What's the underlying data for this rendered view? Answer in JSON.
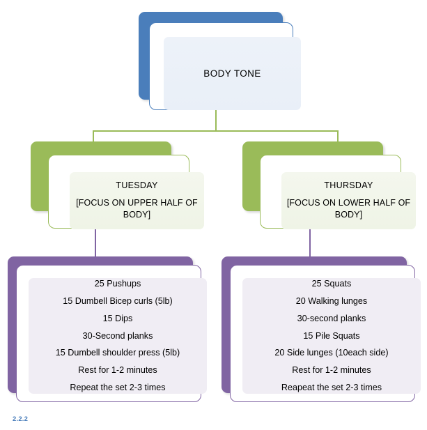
{
  "diagram": {
    "root": {
      "title": "BODY TONE",
      "color": "#4A7EBB"
    },
    "days": [
      {
        "name": "TUESDAY",
        "focus": "[FOCUS ON UPPER HALF OF BODY]",
        "color": "#9ABB59"
      },
      {
        "name": "THURSDAY",
        "focus": "[FOCUS ON LOWER HALF OF BODY]",
        "color": "#9ABB59"
      }
    ],
    "workouts": [
      {
        "color": "#8064A2",
        "items": [
          "25 Pushups",
          "15 Dumbell Bicep curls (5lb)",
          "15 Dips",
          "30-Second planks",
          "15 Dumbell shoulder press (5lb)",
          "Rest for 1-2 minutes",
          "Repeat the set 2-3 times"
        ]
      },
      {
        "color": "#8064A2",
        "items": [
          "25 Squats",
          "20 Walking lunges",
          "30-second planks",
          "15 Pile Squats",
          "20 Side lunges (10each side)",
          "Rest for 1-2 minutes",
          "Reapeat the set 2-3 times"
        ]
      }
    ],
    "caption": "2.2.2"
  }
}
